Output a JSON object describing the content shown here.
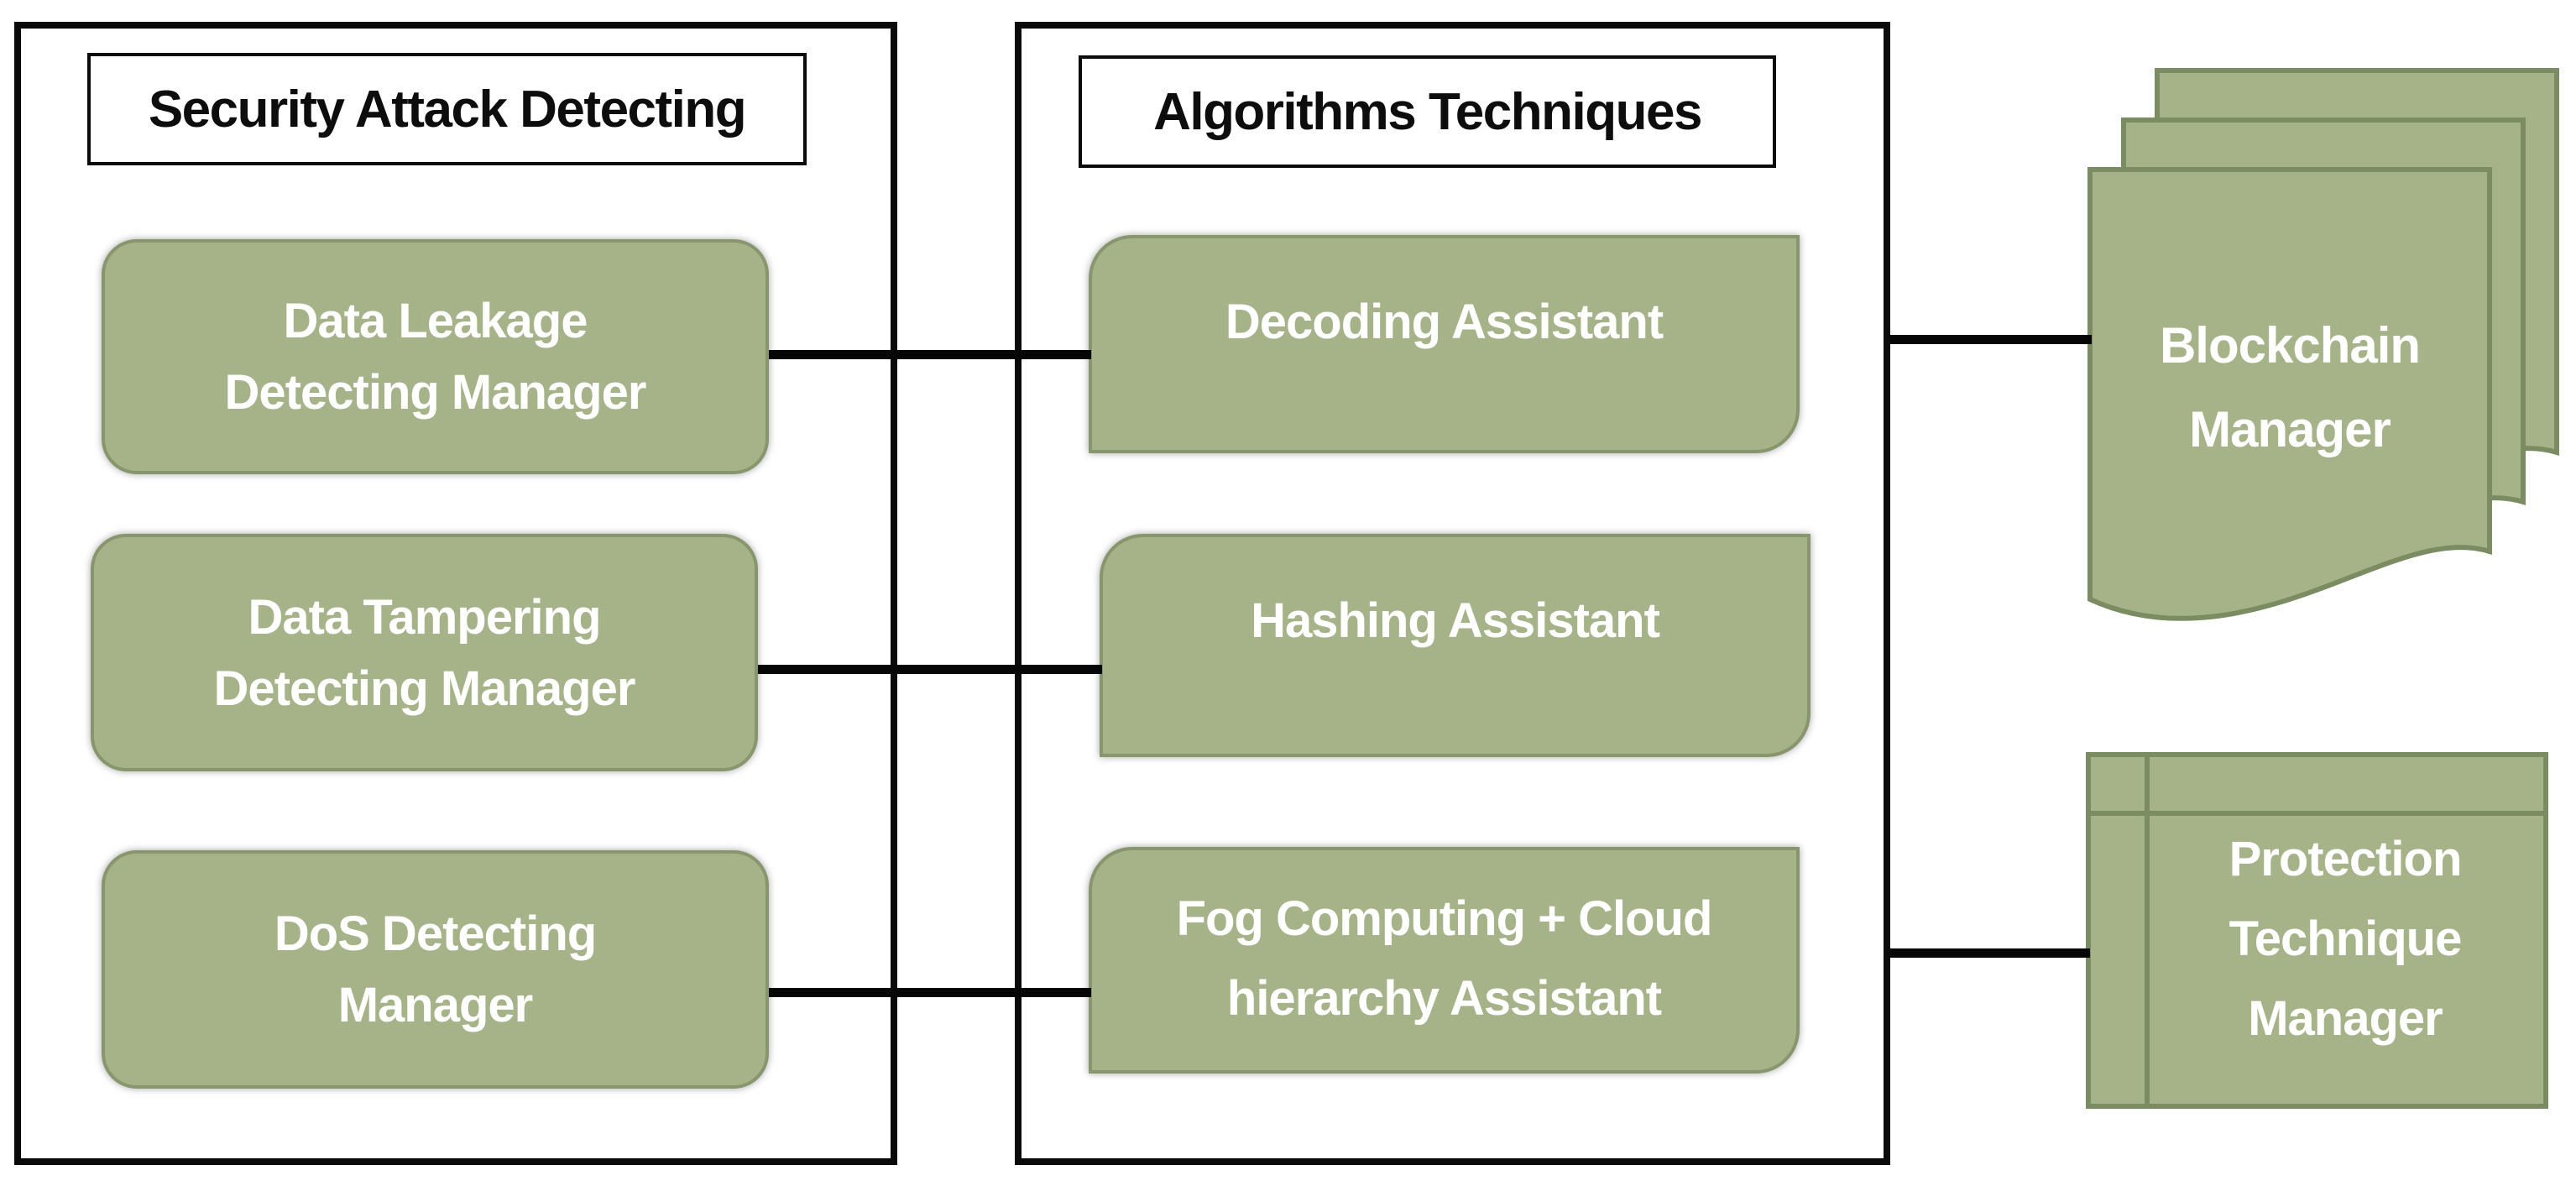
{
  "panels": {
    "security": {
      "title": "Security Attack Detecting",
      "boxes": [
        {
          "line1": "Data Leakage",
          "line2": "Detecting Manager"
        },
        {
          "line1": "Data Tampering",
          "line2": "Detecting Manager"
        },
        {
          "line1": "DoS Detecting",
          "line2": "Manager"
        }
      ]
    },
    "algorithms": {
      "title": "Algorithms Techniques",
      "boxes": [
        {
          "line1": "Decoding Assistant",
          "line2": ""
        },
        {
          "line1": "Hashing Assistant",
          "line2": ""
        },
        {
          "line1": "Fog Computing + Cloud",
          "line2": "hierarchy Assistant"
        }
      ]
    },
    "right": {
      "blockchain": {
        "line1": "Blockchain",
        "line2": "Manager"
      },
      "protection": {
        "line1": "Protection",
        "line2": "Technique",
        "line3": "Manager"
      }
    }
  },
  "colors": {
    "box_fill": "#a6b389",
    "box_border": "#87966d",
    "shape_border": "#7c8c62",
    "connector": "#060606",
    "frame_border": "#0a0a0a",
    "title_text": "#0d0d0d",
    "box_text": "#ffffff"
  }
}
